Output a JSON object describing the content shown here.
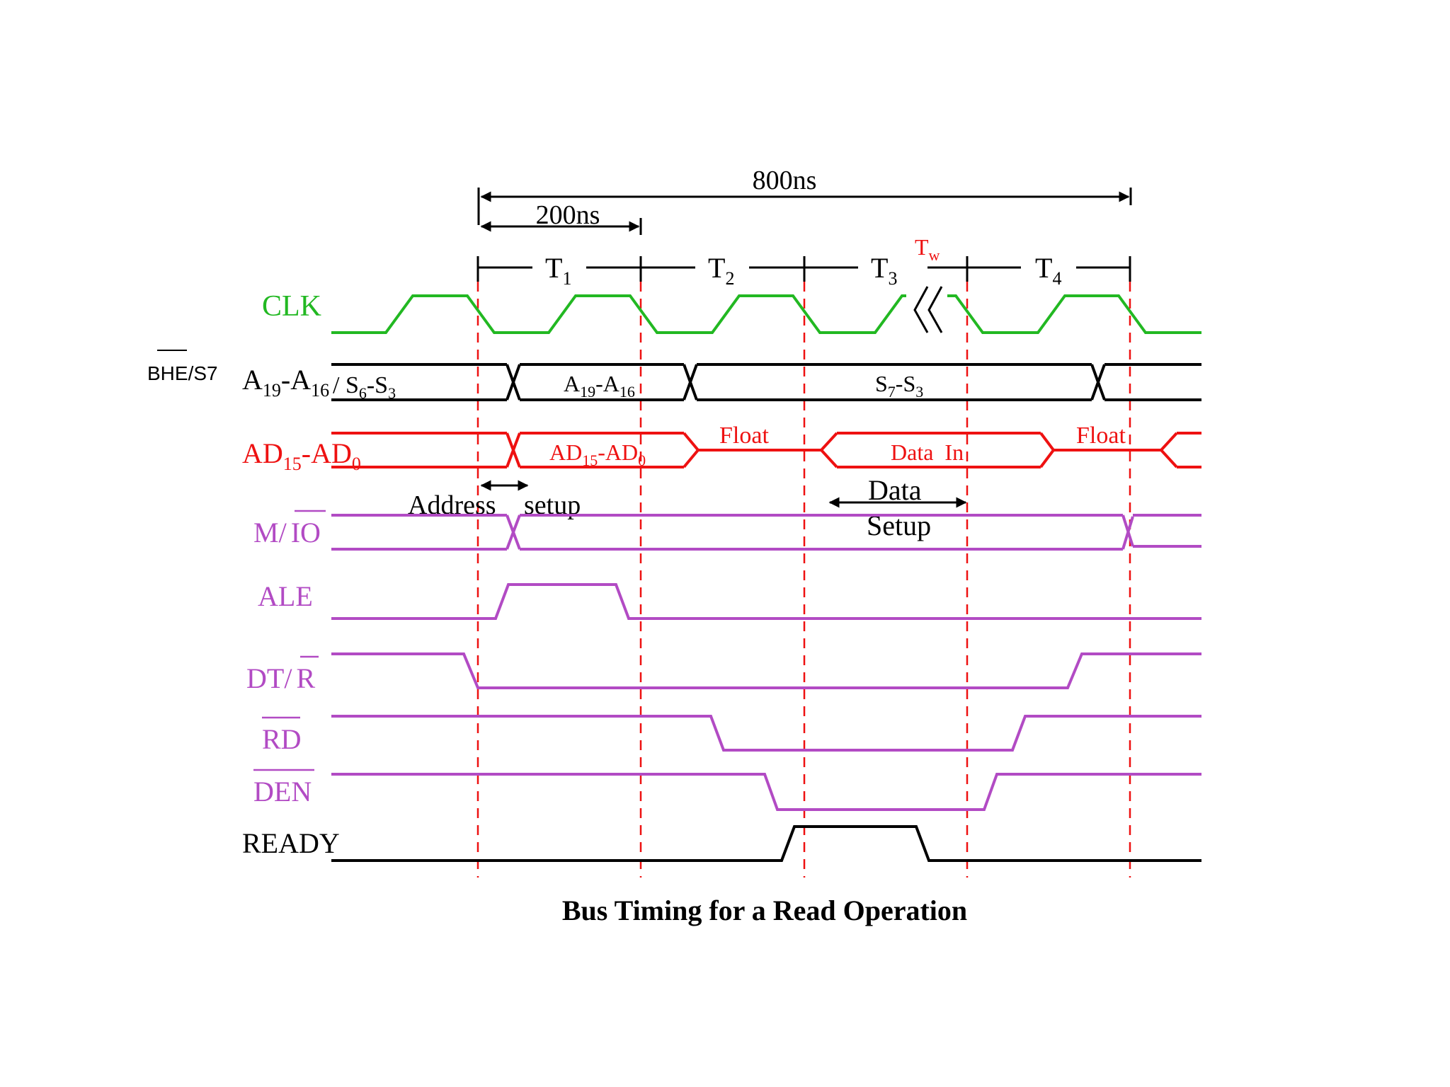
{
  "colors": {
    "clk": "#22b822",
    "bus": "#000000",
    "ad": "#ee1111",
    "ctrl": "#b24bc4",
    "ready": "#000000",
    "marker": "#ee1111"
  },
  "header": {
    "total_label": "800ns",
    "sub_label": "200ns",
    "states": [
      {
        "name": "T",
        "sub": "1"
      },
      {
        "name": "T",
        "sub": "2"
      },
      {
        "name": "T",
        "sub": "3"
      },
      {
        "name": "T",
        "sub": "4"
      }
    ],
    "wait_state": {
      "name": "T",
      "sub": "w"
    }
  },
  "signals": {
    "clk": "CLK",
    "addr_main": "A",
    "addr_sub1": "19",
    "addr_mid": "-A",
    "addr_sub2": "16",
    "addr_side": "BHE/S7",
    "ad_main": "AD",
    "ad_sub1": "15",
    "ad_mid": "-AD",
    "ad_sub2": "0",
    "mio_m": "M/",
    "mio_io": "IO",
    "ale": "ALE",
    "dtr_dt": "DT/",
    "dtr_r": "R",
    "rd": "RD",
    "den": "DEN",
    "ready": "READY"
  },
  "bus_labels": {
    "s6_a": "/ S",
    "s6_sub": "6",
    "s3_a": "-S",
    "s3_sub": "3",
    "a19_a": "A",
    "a19_sub": "19",
    "a16_a": "-A",
    "a16_sub": "16",
    "s7_a": "S",
    "s7_sub": "7",
    "s7s3_a": "-S",
    "s7s3_sub": "3",
    "ad_a": "AD",
    "ad_sub": "15",
    "ad_b": "-AD",
    "ad_sub2": "0",
    "float1": "Float",
    "float2": "Float",
    "data_in": "Data  In"
  },
  "annotations": {
    "address": "Address",
    "setup": "setup",
    "data": "Data",
    "data_setup": "Setup"
  },
  "caption": "Bus Timing for a Read Operation"
}
